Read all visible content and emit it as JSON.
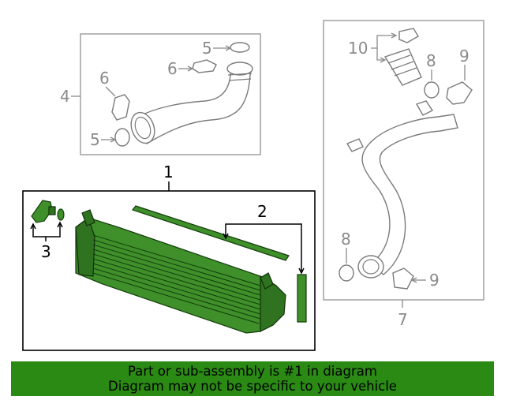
{
  "callouts": {
    "c1": "1",
    "c2": "2",
    "c3": "3",
    "c4": "4",
    "c5a": "5",
    "c5b": "5",
    "c6a": "6",
    "c6b": "6",
    "c7": "7",
    "c8a": "8",
    "c8b": "8",
    "c9a": "9",
    "c9b": "9",
    "c10": "10"
  },
  "banner": {
    "line1": "Part or sub-assembly is #1 in diagram",
    "line2": "Diagram may not be specific to your vehicle"
  },
  "colors": {
    "highlight": "#2a8a14",
    "part_green": "#3f8f2a",
    "outline_gray": "#9a9a9a"
  }
}
